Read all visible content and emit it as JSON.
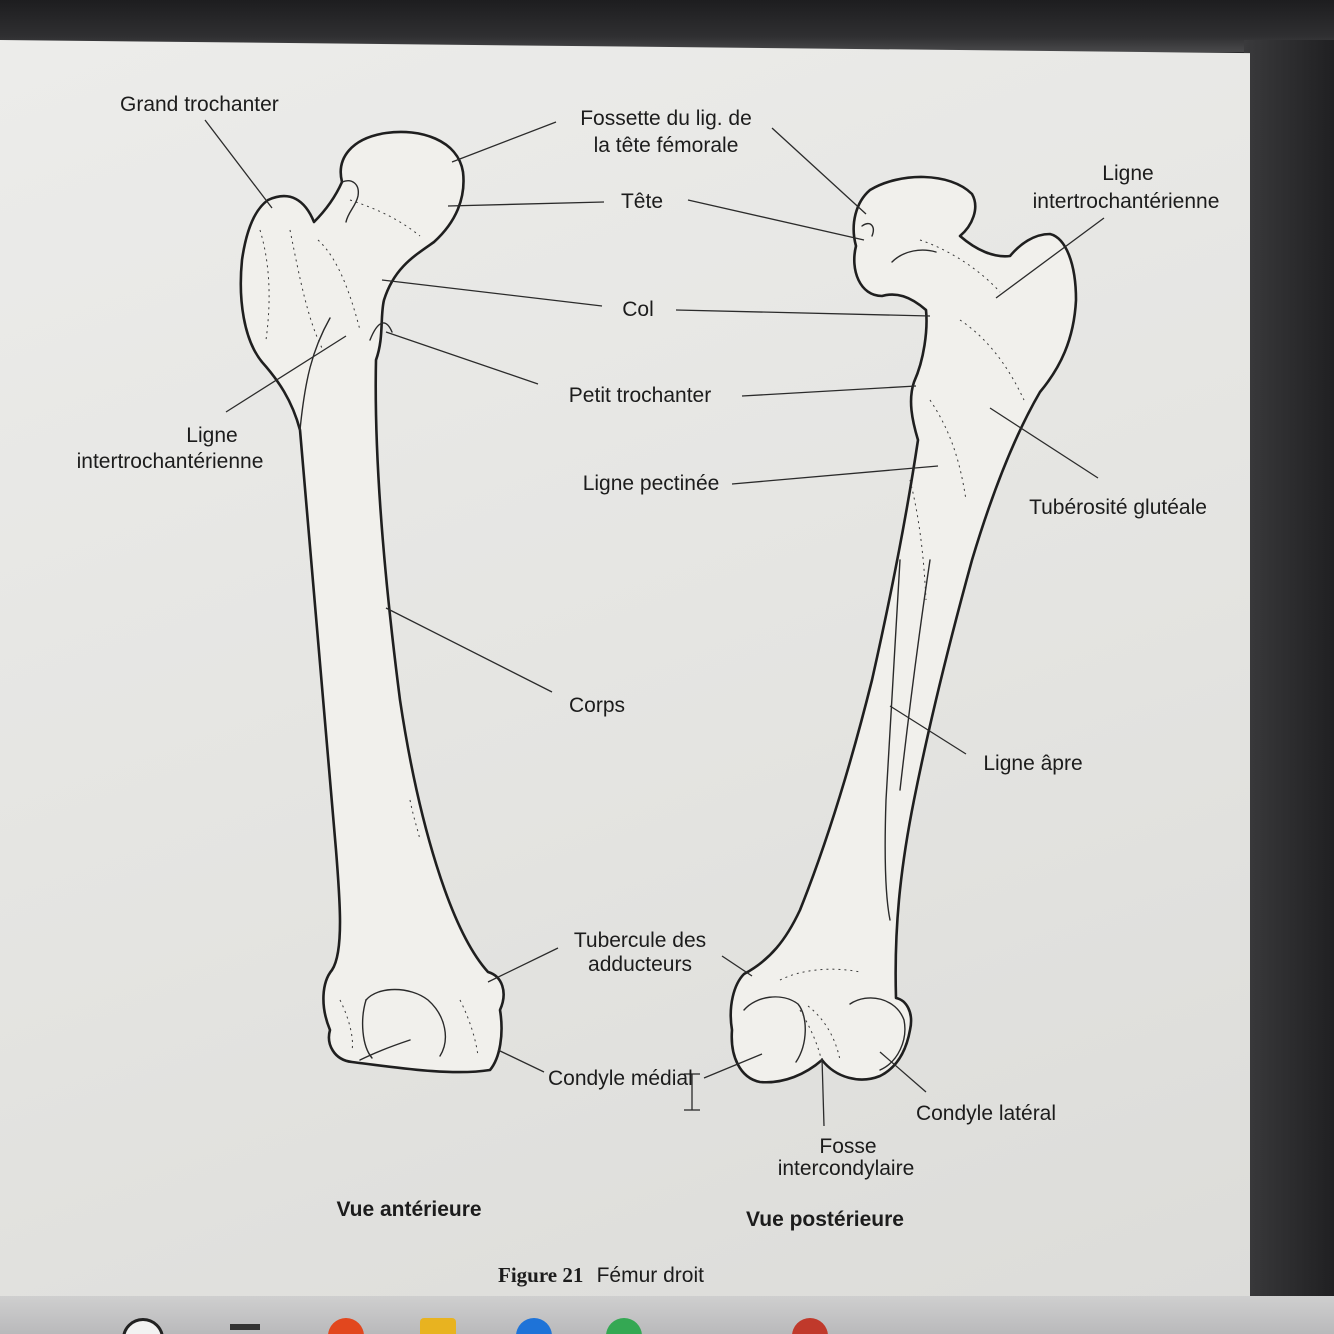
{
  "figure": {
    "title_number": "Figure 21",
    "title_text": "Fémur droit"
  },
  "views": {
    "anterior": "Vue antérieure",
    "posterior": "Vue postérieure"
  },
  "labels": {
    "grand_trochanter": "Grand trochanter",
    "fossette_line1": "Fossette du lig. de",
    "fossette_line2": "la tête fémorale",
    "tete": "Tête",
    "col": "Col",
    "petit_trochanter": "Petit trochanter",
    "ligne_pectinee": "Ligne pectinée",
    "ligne_inter_ant_line1": "Ligne",
    "ligne_inter_ant_line2": "intertrochantérienne",
    "ligne_inter_post_line1": "Ligne",
    "ligne_inter_post_line2": "intertrochantérienne",
    "tuberosite_glutéale": "Tubérosité glutéale",
    "corps": "Corps",
    "ligne_apre": "Ligne âpre",
    "tubercule_line1": "Tubercule des",
    "tubercule_line2": "adducteurs",
    "condyle_medial": "Condyle médial",
    "condyle_lateral": "Condyle latéral",
    "fosse_line1": "Fosse",
    "fosse_line2": "intercondylaire"
  },
  "colors": {
    "ink": "#1c1c1c",
    "paper": "#e8e8e5"
  }
}
